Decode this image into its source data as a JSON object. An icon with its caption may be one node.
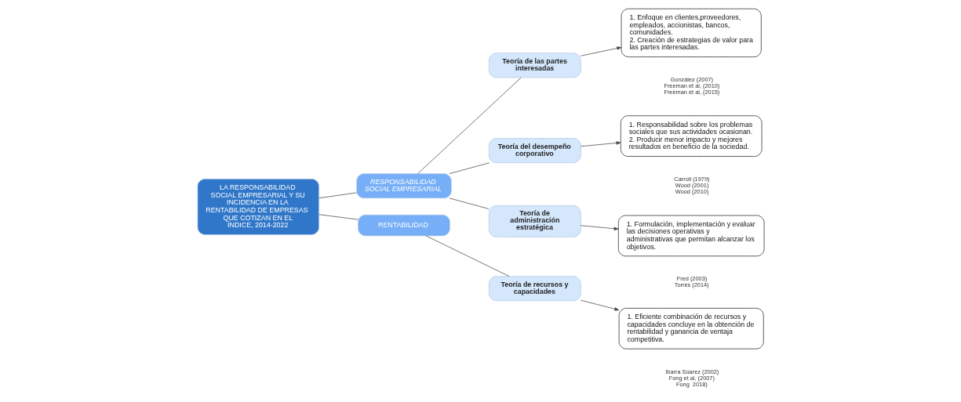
{
  "diagram": {
    "nodes": [
      {
        "text": [
          "LA RESPONSABILIDAD SOCIAL EMPRESARIAL Y SU INCIDENCIA EN LA RENTABILIDAD DE EMPRESAS QUE COTIZAN EN EL ÍNDICE, 2014-2022"
        ]
      },
      {
        "text": [
          "RESPONSABILIDAD SOCIAL EMPRESARIAL"
        ]
      },
      {
        "text": [
          "RENTABILIDAD"
        ]
      },
      {
        "text": [
          "Teoría de las partes interesadas"
        ]
      },
      {
        "text": [
          "Teoría del desempeño corporativo"
        ]
      },
      {
        "text": [
          "Teoría de administración estratégica"
        ]
      },
      {
        "text": [
          "Teoría de recursos y capacidades"
        ]
      },
      {
        "text": [
          "1. Enfoque en clientes,proveedores, empleados, accionistas, bancos, comunidades.",
          "2. Creación de estrategias de valor para las partes interesadas."
        ],
        "beside": [
          "González (2007)",
          "Freeman et al, (2010)",
          "Freeman et al, (2015)"
        ]
      },
      {
        "text": [
          "1. Responsabilidad sobre los problemas sociales que sus actividades ocasionan.",
          "2. Producir menor impacto y mejores resultados en beneficio de la sociedad."
        ],
        "beside": [
          "Carroll (1979)",
          "Wood (2001)",
          "Wood (2010)"
        ]
      },
      {
        "text": [
          "1. Formulación, implementación y evaluar las decisiones operativas y administrativas que permitan alcanzar los objetivos."
        ],
        "beside": [
          "Fred (2003)",
          "Torres (2014)"
        ]
      },
      {
        "text": [
          "1. Eficiente combinación de recursos y capacidades concluye en la obtención de rentabilidad y ganancia de ventaja competitiva."
        ],
        "beside": [
          "Ibarra Súarez (2002)",
          "Fong et al, (2007)",
          "Fong  2018)"
        ]
      }
    ],
    "edges": [
      {
        "from": 0,
        "to": 1,
        "arrow": "none"
      },
      {
        "from": 0,
        "to": 2,
        "arrow": "none"
      },
      {
        "from": 1,
        "to": 3,
        "arrow": "none"
      },
      {
        "from": 1,
        "to": 4,
        "arrow": "none"
      },
      {
        "from": 1,
        "to": 5,
        "arrow": "none"
      },
      {
        "from": 2,
        "to": 6,
        "arrow": "none"
      },
      {
        "from": 3,
        "to": 7,
        "arrow": "to"
      },
      {
        "from": 4,
        "to": 8,
        "arrow": "to"
      },
      {
        "from": 5,
        "to": 9,
        "arrow": "to"
      },
      {
        "from": 6,
        "to": 10,
        "arrow": "to"
      }
    ]
  }
}
